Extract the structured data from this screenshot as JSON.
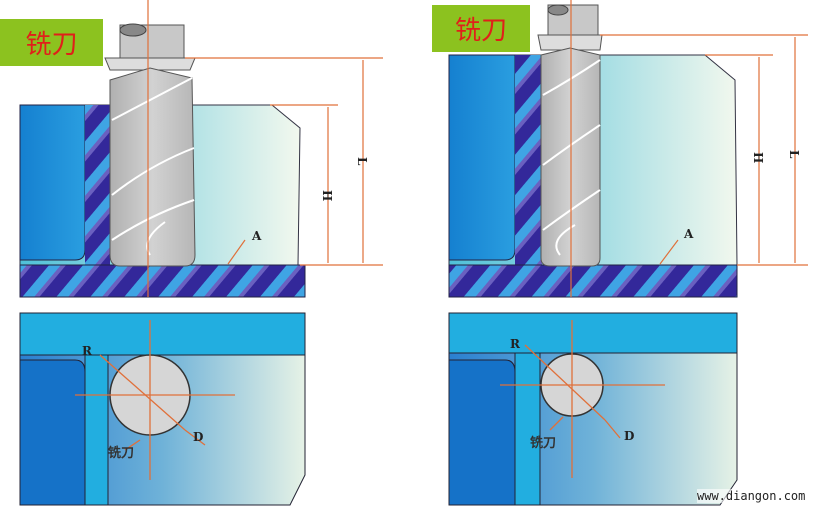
{
  "top_left": {
    "tool_tag": "铣刀",
    "dim_L": "L",
    "dim_H": "H",
    "surface_A": "A"
  },
  "top_right": {
    "tool_tag": "铣刀",
    "dim_L": "L",
    "dim_H": "H",
    "surface_A": "A"
  },
  "bottom_left": {
    "radius": "R",
    "diameter": "D",
    "tool": "铣刀"
  },
  "bottom_right": {
    "radius": "R",
    "diameter": "D",
    "tool": "铣刀"
  },
  "watermark": "www.diangon.com",
  "colors": {
    "tag_bg": "#8cc21f",
    "tag_text": "#e0201a",
    "dim_line": "#e0703a",
    "tool": "#c4c4c4",
    "blue": "#1e9ad8",
    "purple": "#3a2f9a"
  }
}
